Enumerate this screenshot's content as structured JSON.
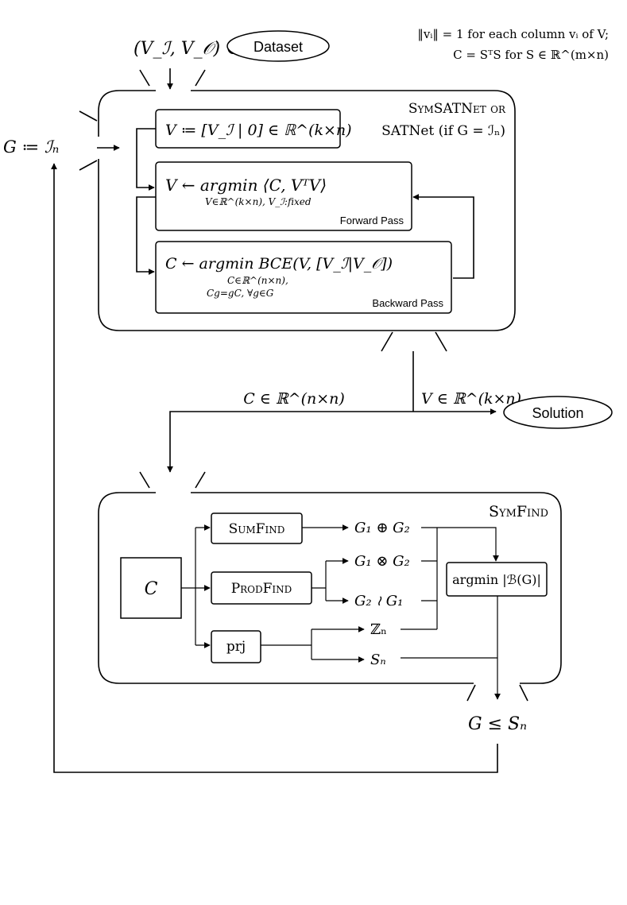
{
  "header": {
    "dataset_input": "(V_ℐ, V_𝒪) ∈",
    "dataset_label": "Dataset",
    "constraint_line1": "‖vᵢ‖ = 1 for each column vᵢ of V;",
    "constraint_line2": "C = SᵀS for S ∈ ℝ^(m×n)"
  },
  "satnet_block": {
    "title_line1": "SymSATNet or",
    "title_line2": "SATNet (if G = ℐₙ)",
    "init_G": "G ≔ ℐₙ",
    "init_V": "V ≔ [V_ℐ | 0] ∈ ℝ^(k×n)",
    "forward_formula": "V ← argmin ⟨C, VᵀV⟩",
    "forward_constraint": "V∈ℝ^(k×n), V_ℐ:fixed",
    "forward_label": "Forward Pass",
    "backward_formula": "C ← argmin BCE(V, [V_ℐ|V_𝒪])",
    "backward_constraint1": "C∈ℝ^(n×n),",
    "backward_constraint2": "Cg=gC, ∀g∈G",
    "backward_label": "Backward Pass"
  },
  "outputs": {
    "C_out": "C ∈ ℝ^(n×n)",
    "V_out": "V ∈ ℝ^(k×n)",
    "solution_label": "Solution"
  },
  "symfind_block": {
    "title": "SymFind",
    "input_C": "C",
    "sumfind": "SumFind",
    "prodfind": "ProdFind",
    "prj": "prj",
    "g_sum": "G₁ ⊕ G₂",
    "g_prod": "G₁ ⊗ G₂",
    "g_wreath": "G₂ ≀ G₁",
    "z_n": "ℤₙ",
    "s_n": "Sₙ",
    "argmin_box": "argmin |ℬ(G)|",
    "result": "G ≤ Sₙ"
  }
}
